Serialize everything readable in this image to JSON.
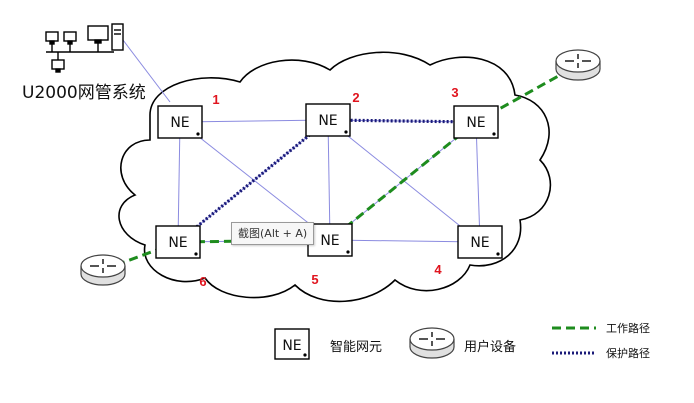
{
  "nms": {
    "label": "U2000网管系统",
    "icon": "computer-network-icon"
  },
  "nodes": [
    {
      "id": "1",
      "label": "NE",
      "number": "1"
    },
    {
      "id": "2",
      "label": "NE",
      "number": "2"
    },
    {
      "id": "3",
      "label": "NE",
      "number": "3"
    },
    {
      "id": "4",
      "label": "NE",
      "number": "4"
    },
    {
      "id": "5",
      "label": "NE",
      "number": "5"
    },
    {
      "id": "6",
      "label": "NE",
      "number": "6"
    }
  ],
  "links": [
    [
      "1",
      "2"
    ],
    [
      "1",
      "5"
    ],
    [
      "1",
      "6"
    ],
    [
      "2",
      "3"
    ],
    [
      "2",
      "5"
    ],
    [
      "2",
      "4"
    ],
    [
      "3",
      "5"
    ],
    [
      "3",
      "4"
    ],
    [
      "4",
      "5"
    ],
    [
      "5",
      "6"
    ],
    [
      "2",
      "6"
    ]
  ],
  "working_path": [
    "user-left",
    "6",
    "5",
    "3",
    "user-right"
  ],
  "protection_path": [
    "6",
    "2",
    "3"
  ],
  "tooltip": "截图(Alt + A)",
  "legend": {
    "ne_box": "NE",
    "ne_label": "智能网元",
    "device_label": "用户设备",
    "working_label": "工作路径",
    "protection_label": "保护路径"
  },
  "colors": {
    "working": "#1e8c1e",
    "protection": "#1a1a78",
    "link": "#8b8be0",
    "number": "#e0141e"
  }
}
